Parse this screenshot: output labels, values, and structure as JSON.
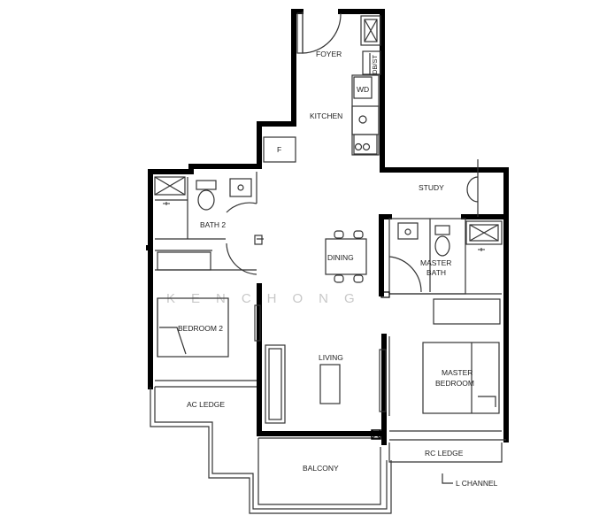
{
  "rooms": {
    "foyer": "FOYER",
    "kitchen": "KITCHEN",
    "db_st": "DB/ST",
    "wd": "WD",
    "fridge": "F",
    "study": "STUDY",
    "bath2": "BATH 2",
    "dining": "DINING",
    "master_bath_1": "MASTER",
    "master_bath_2": "BATH",
    "bedroom2": "BEDROOM 2",
    "living": "LIVING",
    "master_bedroom_1": "MASTER",
    "master_bedroom_2": "BEDROOM",
    "ac_ledge": "AC LEDGE",
    "balcony": "BALCONY",
    "rc_ledge": "RC LEDGE",
    "l_channel": "L CHANNEL"
  },
  "watermark": "KENCHONG",
  "colors": {
    "wall": "#000000",
    "thin": "#333333",
    "label": "#222222",
    "watermark": "#c8c8c8"
  }
}
